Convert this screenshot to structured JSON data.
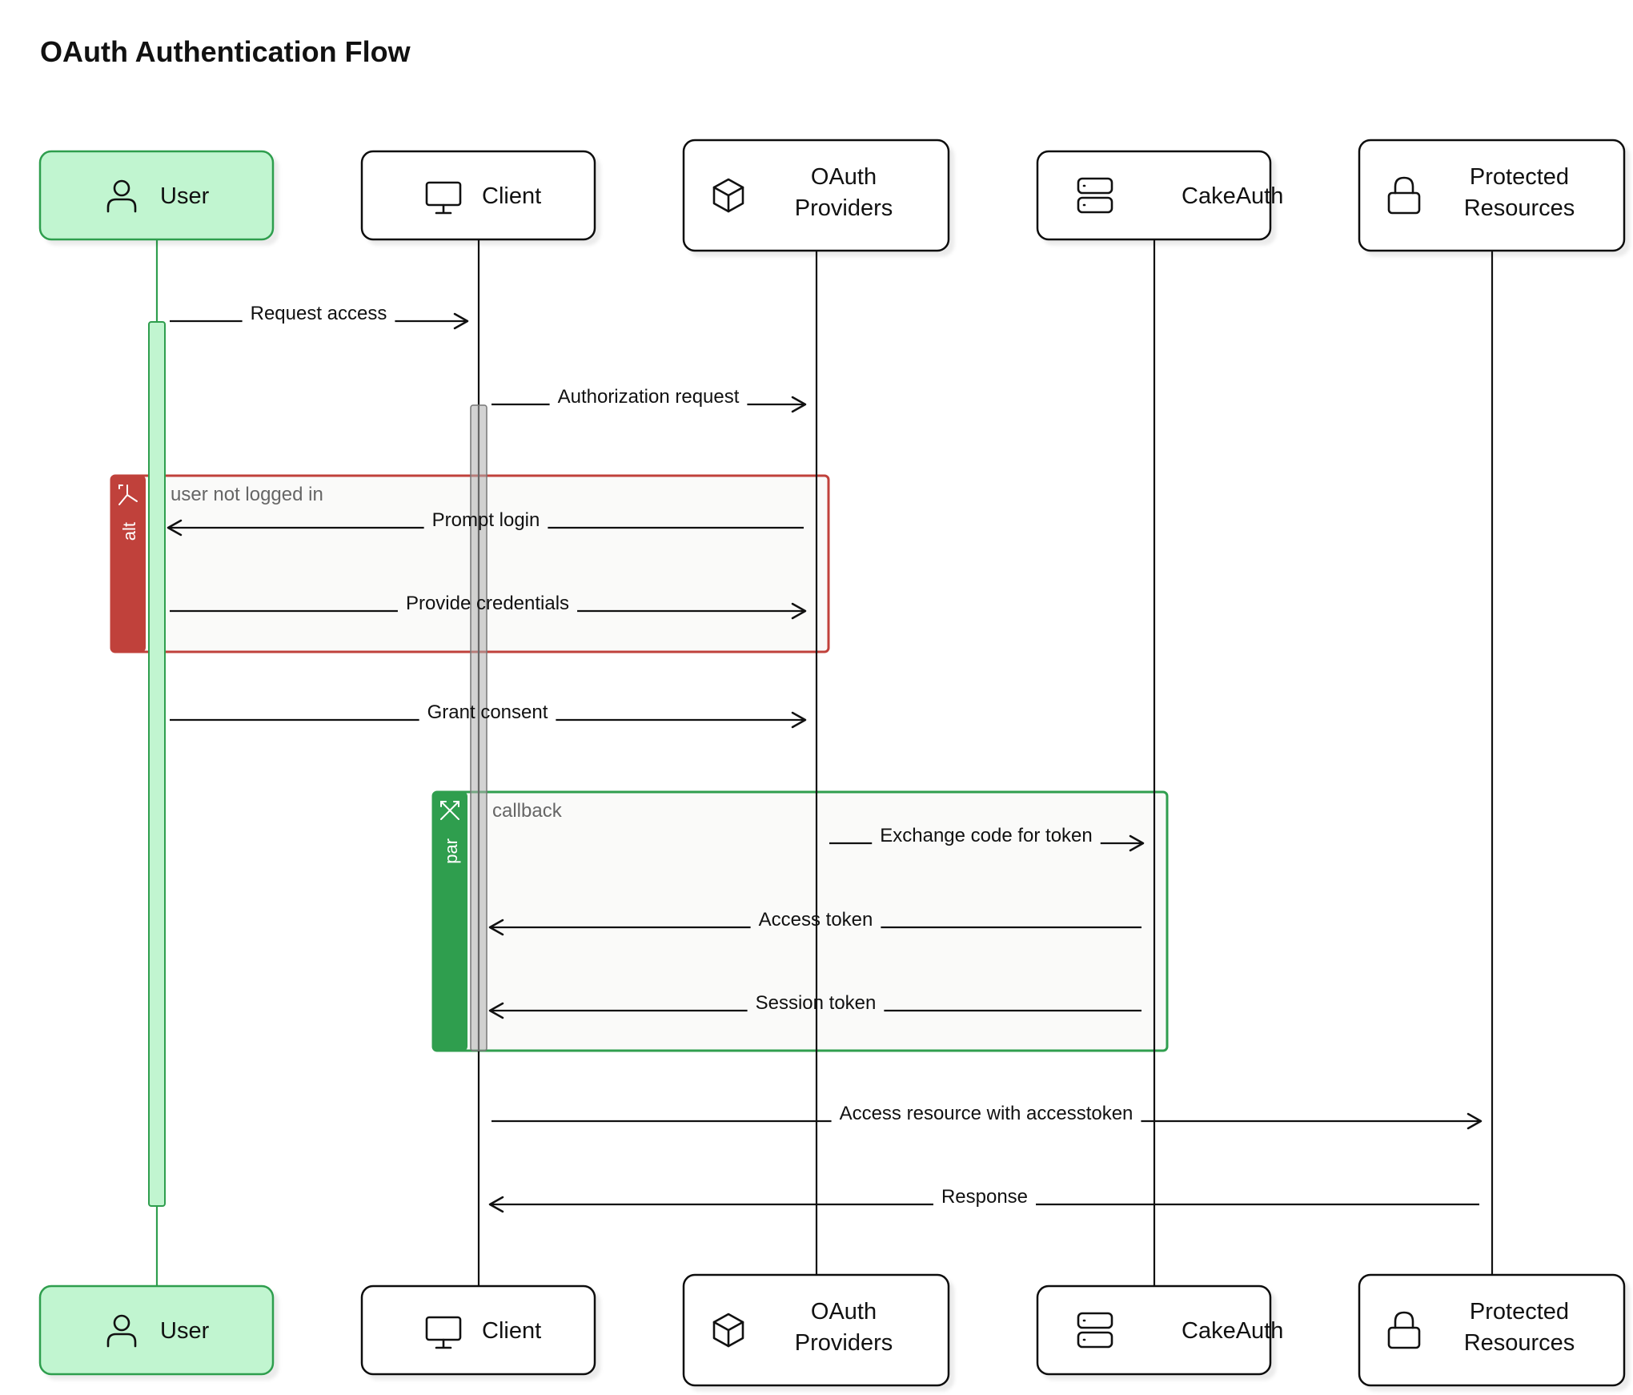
{
  "title": "OAuth Authentication Flow",
  "colors": {
    "user_fill": "#c1f5d0",
    "user_stroke": "#2f9e4e",
    "alt_color": "#c0413b",
    "par_color": "#2f9e4e",
    "line": "#111111",
    "activation_grey": "#cfcfcf"
  },
  "participants": [
    {
      "id": "user",
      "label": "User",
      "icon": "person-icon"
    },
    {
      "id": "client",
      "label": "Client",
      "icon": "monitor-icon"
    },
    {
      "id": "oauth",
      "label": "OAuth Providers",
      "icon": "cube-icon"
    },
    {
      "id": "cakeauth",
      "label": "CakeAuth",
      "icon": "server-icon"
    },
    {
      "id": "resources",
      "label": "Protected Resources",
      "icon": "lock-icon"
    }
  ],
  "messages": [
    {
      "from": "user",
      "to": "client",
      "label": "Request access"
    },
    {
      "from": "client",
      "to": "oauth",
      "label": "Authorization request"
    },
    {
      "from": "oauth",
      "to": "user",
      "label": "Prompt login"
    },
    {
      "from": "user",
      "to": "oauth",
      "label": "Provide credentials"
    },
    {
      "from": "user",
      "to": "oauth",
      "label": "Grant consent"
    },
    {
      "from": "oauth",
      "to": "cakeauth",
      "label": "Exchange code for token"
    },
    {
      "from": "cakeauth",
      "to": "client",
      "label": "Access token"
    },
    {
      "from": "cakeauth",
      "to": "client",
      "label": "Session token"
    },
    {
      "from": "client",
      "to": "resources",
      "label": "Access resource with accesstoken"
    },
    {
      "from": "resources",
      "to": "client",
      "label": "Response"
    }
  ],
  "fragments": [
    {
      "type": "alt",
      "condition": "user not logged in",
      "color": "#c0413b"
    },
    {
      "type": "par",
      "condition": "callback",
      "color": "#2f9e4e"
    }
  ]
}
